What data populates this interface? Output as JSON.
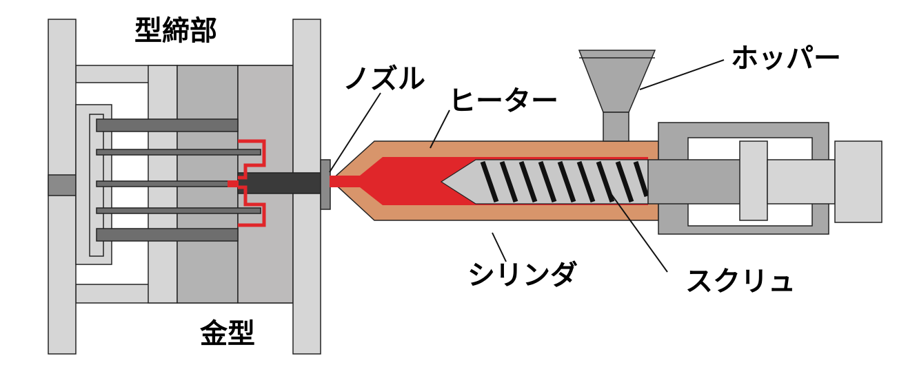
{
  "labels": {
    "clamping_unit": "型締部",
    "mold": "金型",
    "nozzle": "ノズル",
    "heater": "ヒーター",
    "hopper": "ホッパー",
    "cylinder": "シリンダ",
    "screw": "スクリュ"
  },
  "colors": {
    "platen": "#d6d6d6",
    "mold_mid": "#b3b3b3",
    "mold_dark": "#bdbbbb",
    "rod": "#6e6e6e",
    "heater": "#d8956b",
    "melt": "#e0262a",
    "screw": "#c8c8c8",
    "hopper": "#a8a8a8",
    "stroke": "#222222"
  }
}
